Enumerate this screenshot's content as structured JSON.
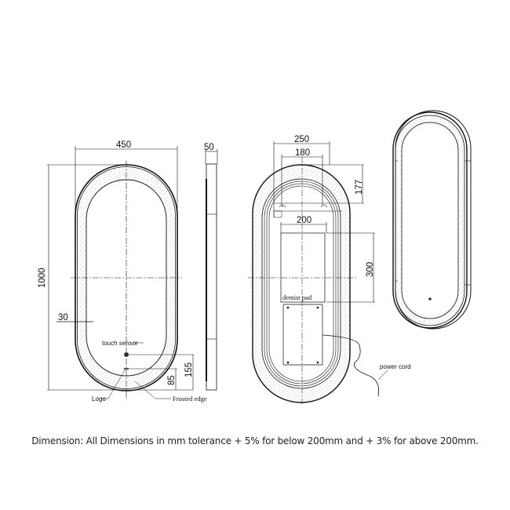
{
  "front_view": {
    "width_dim": "450",
    "height_dim": "1000",
    "frosted_band_dim": "30",
    "sensor_offset_dim": "155",
    "logo_offset_dim": "85",
    "labels": {
      "touch_sensor": "touch sensor",
      "logo": "Logo",
      "frosted_edge": "Frosted edge"
    }
  },
  "side_view": {
    "depth_dim": "50"
  },
  "rear_view": {
    "outer_width_dim": "250",
    "bracket_width_dim": "180",
    "bracket_drop_dim": "177",
    "pad_width_dim": "200",
    "pad_height_dim": "300",
    "labels": {
      "demist_pad": "demist pad",
      "power_cord": "power cord"
    }
  },
  "perspective_view": {
    "description": "angled view of oval mirror with frosted edge and touch sensor"
  },
  "footer": {
    "caption": "Dimension: All Dimensions in mm tolerance + 5% for below 200mm and + 3% for above 200mm."
  },
  "colors": {
    "line": "#111111",
    "frost": "#9a9a9a",
    "background": "#ffffff",
    "caption": "#222222"
  }
}
